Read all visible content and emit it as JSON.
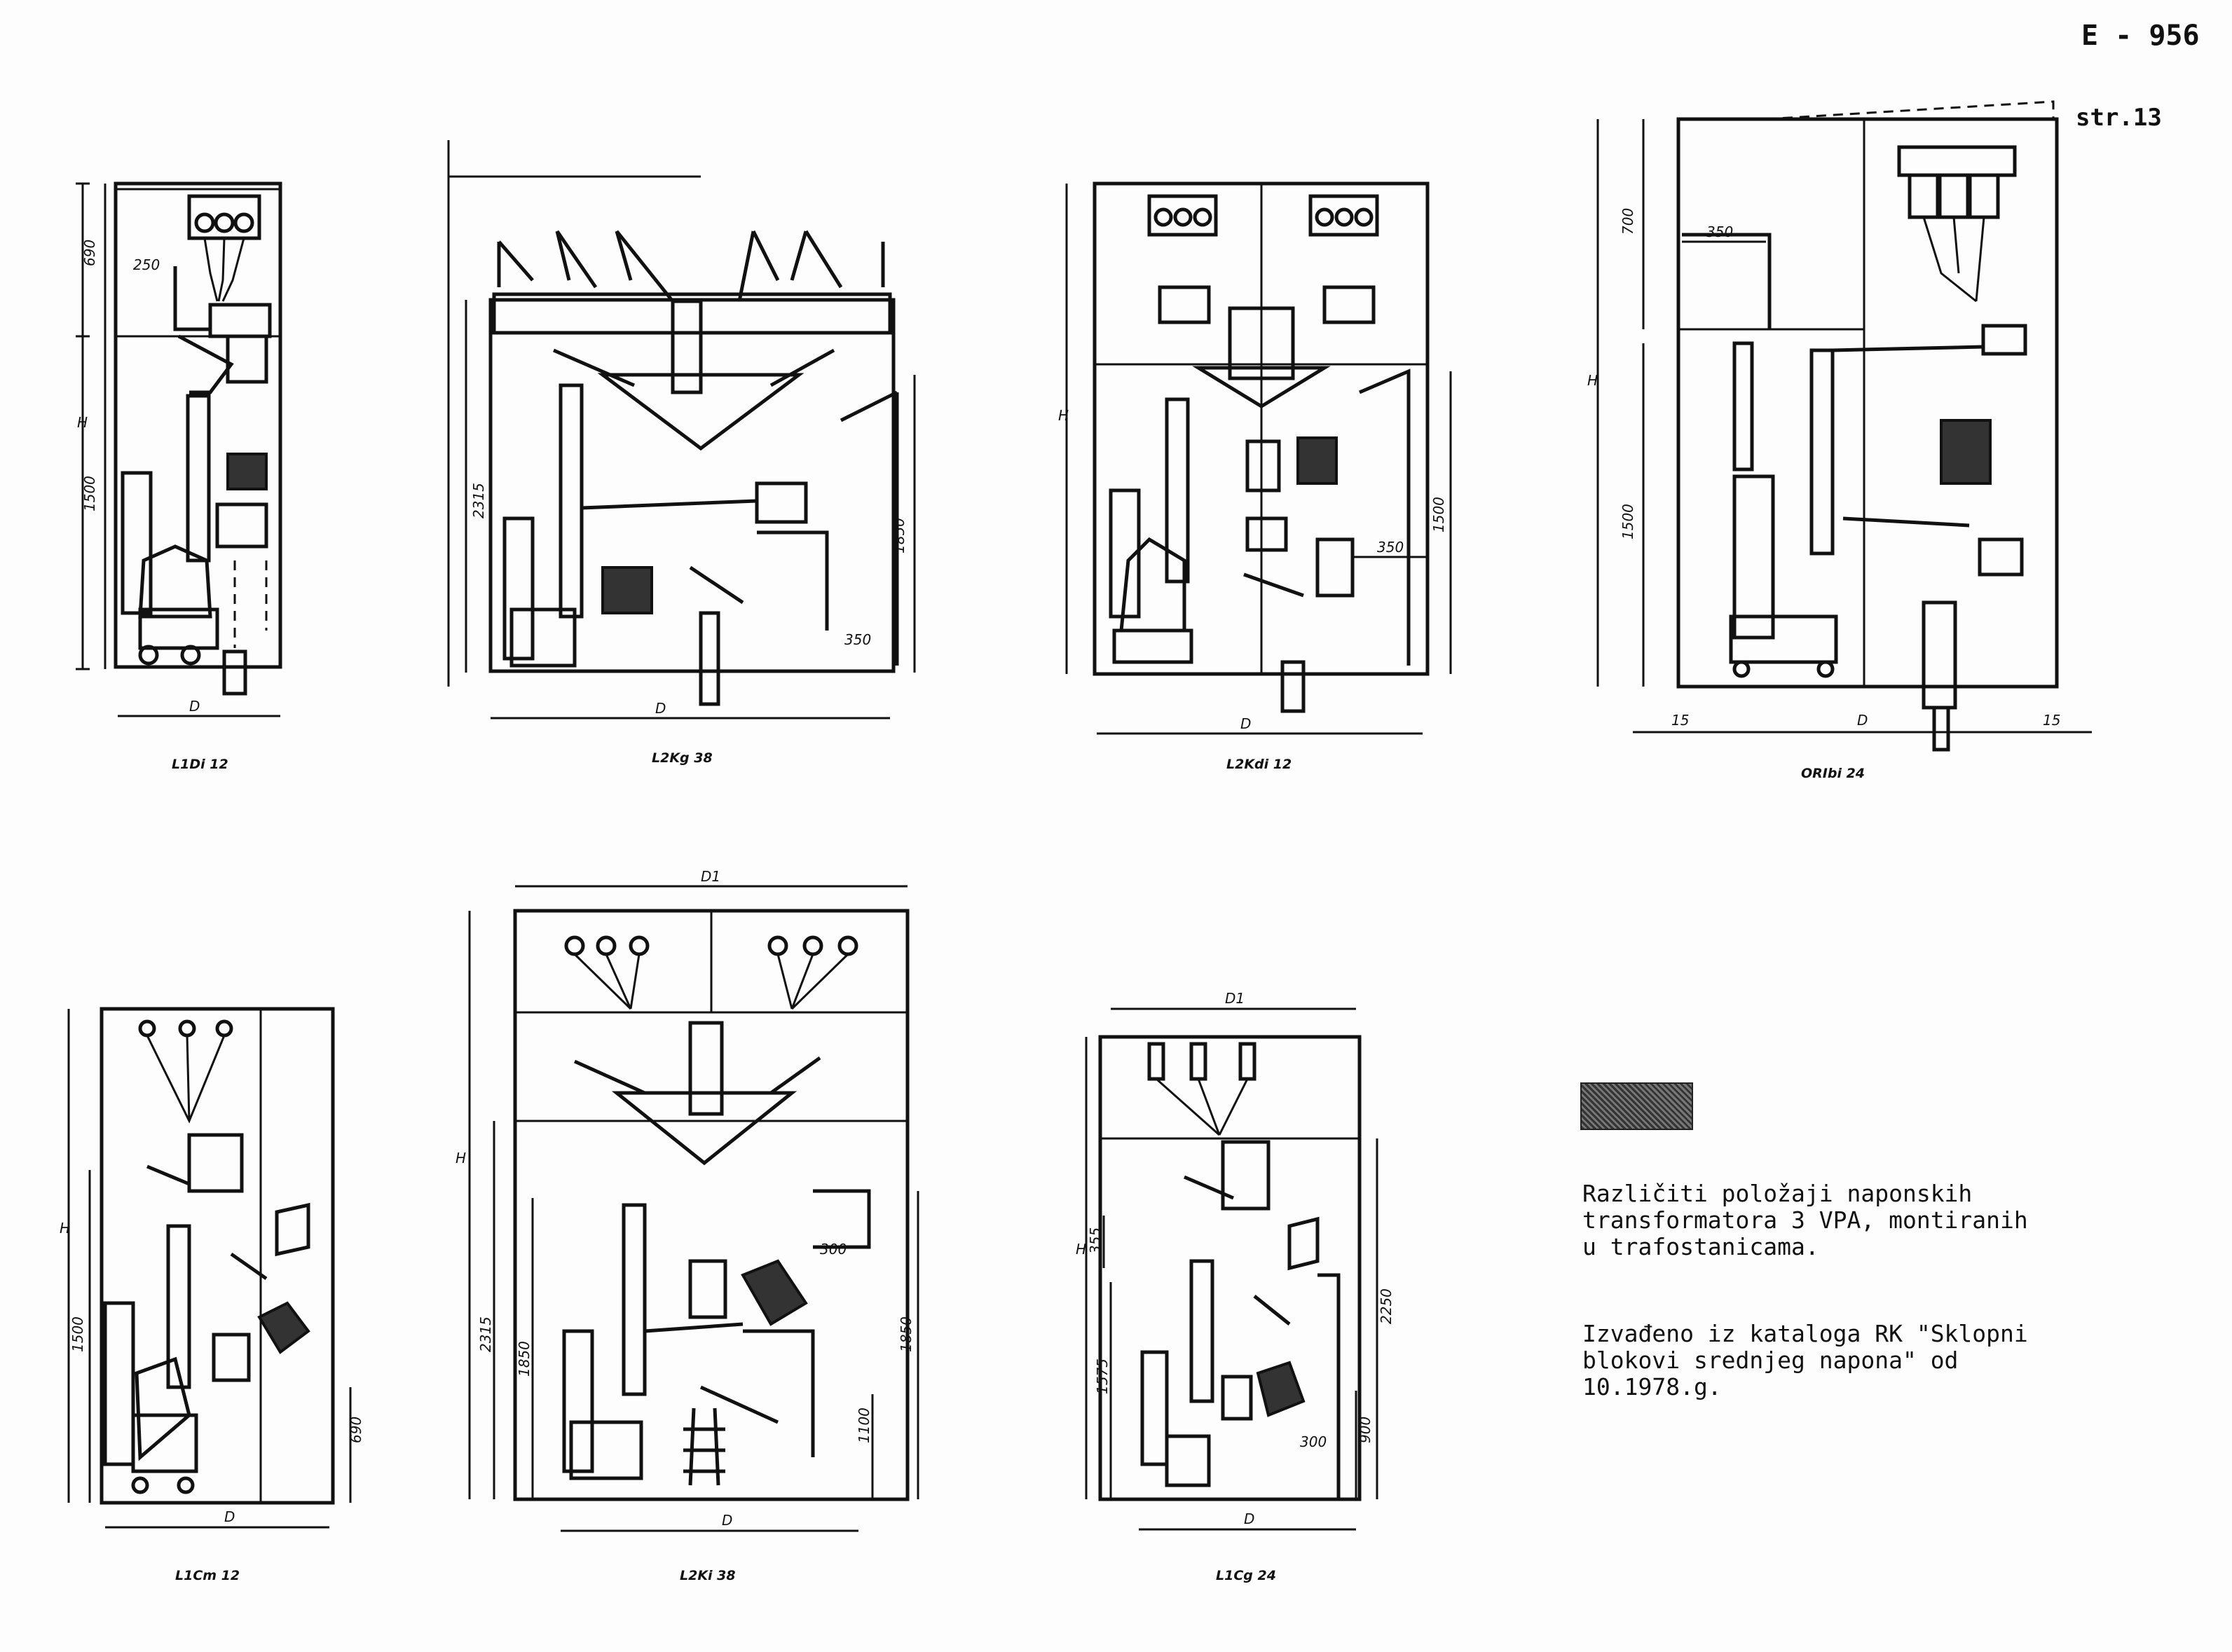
{
  "header": {
    "page_number": "E - 956",
    "page_ref": "str.13"
  },
  "legend": {
    "swatch_color": "#3a3a3a",
    "note_1": [
      "Različiti položaji naponskih",
      "transformatora 3 VPA, montiranih",
      "u trafostanicama."
    ],
    "note_2": [
      "Izvađeno iz kataloga RK \"Sklopni",
      "blokovi srednjeg napona\" od",
      "10.1978.g."
    ]
  },
  "panels": [
    {
      "caption": "L1Di 12",
      "dims": [
        "690",
        "250",
        "1500",
        "H",
        "D"
      ]
    },
    {
      "caption": "L2Kg 38",
      "dims": [
        "2315",
        "1850",
        "350",
        "D"
      ]
    },
    {
      "caption": "L2Kdi 12",
      "dims": [
        "H",
        "1500",
        "350",
        "D"
      ]
    },
    {
      "caption": "ORIbi 24",
      "dims": [
        "700",
        "350",
        "H",
        "1500",
        "15",
        "D",
        "15"
      ]
    },
    {
      "caption": "L1Cm 12",
      "dims": [
        "H",
        "1500",
        "690",
        "D"
      ]
    },
    {
      "caption": "L2Ki 38",
      "dims": [
        "D1",
        "H",
        "2315",
        "1850",
        "300",
        "1850",
        "1100",
        "D"
      ]
    },
    {
      "caption": "L1Cg 24",
      "dims": [
        "D1",
        "H",
        "355",
        "1575",
        "2250",
        "900",
        "300",
        "D"
      ]
    }
  ]
}
